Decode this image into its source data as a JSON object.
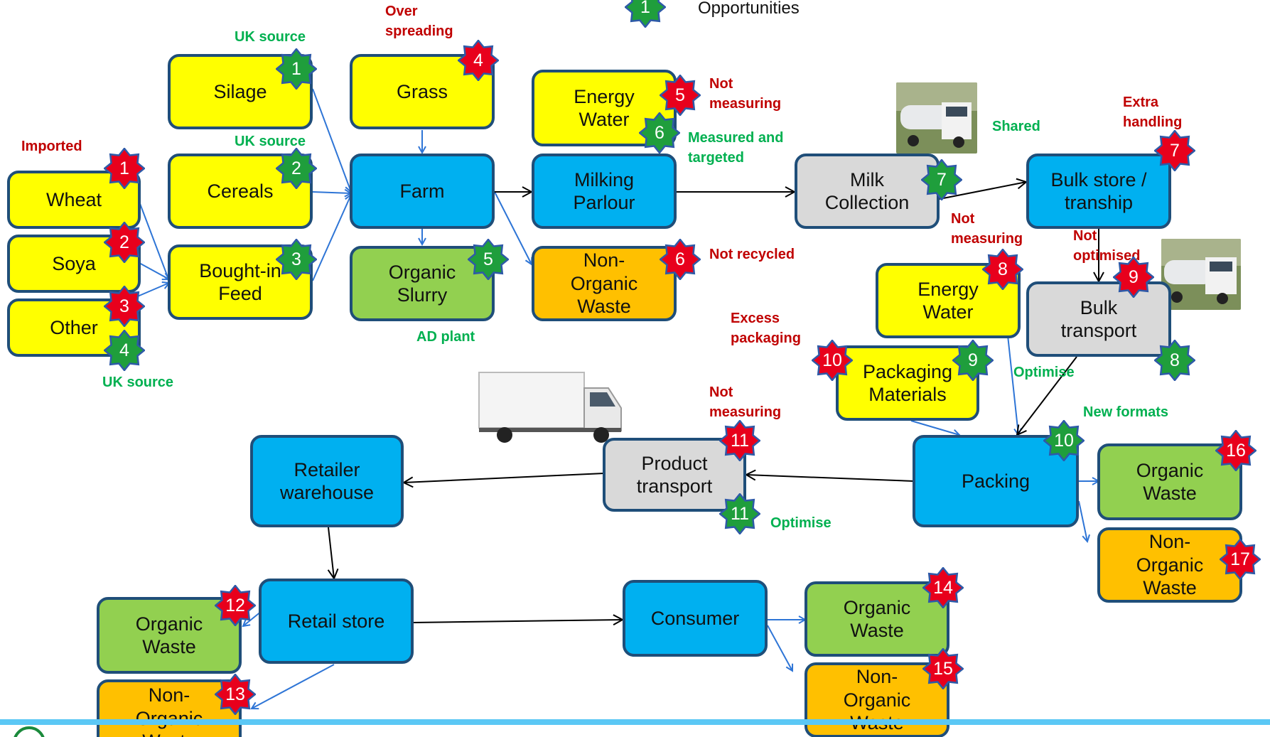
{
  "legend": {
    "badge": "1",
    "label": "Opportunities"
  },
  "nodes": {
    "wheat": "Wheat",
    "soya": "Soya",
    "other": "Other",
    "silage": "Silage",
    "cereals": "Cereals",
    "bought_in_feed": "Bought-in\nFeed",
    "grass": "Grass",
    "farm": "Farm",
    "organic_slurry": "Organic\nSlurry",
    "energy_water_1": "Energy\nWater",
    "milking_parlour": "Milking\nParlour",
    "non_organic_waste_1": "Non-\nOrganic\nWaste",
    "milk_collection": "Milk\nCollection",
    "bulk_store": "Bulk store /\ntranship",
    "energy_water_2": "Energy\nWater",
    "bulk_transport": "Bulk\ntransport",
    "packaging_materials": "Packaging\nMaterials",
    "packing": "Packing",
    "organic_waste_packing": "Organic\nWaste",
    "non_organic_waste_packing": "Non-\nOrganic\nWaste",
    "product_transport": "Product\ntransport",
    "retailer_warehouse": "Retailer\nwarehouse",
    "retail_store": "Retail store",
    "organic_waste_retail": "Organic\nWaste",
    "non_organic_waste_retail": "Non-\nOrganic\nWaste",
    "consumer": "Consumer",
    "organic_waste_consumer": "Organic\nWaste",
    "non_organic_waste_consumer": "Non-\nOrganic\nWaste"
  },
  "notes": {
    "imported": "Imported",
    "uk_source_silage": "UK source",
    "uk_source_cereals": "UK source",
    "uk_source_other": "UK source",
    "over_spreading": "Over\nspreading",
    "ad_plant": "AD plant",
    "not_measuring_1": "Not\nmeasuring",
    "measured_and_targeted": "Measured and\ntargeted",
    "not_recycled": "Not recycled",
    "shared": "Shared",
    "extra_handling": "Extra\nhandling",
    "not_measuring_2": "Not\nmeasuring",
    "not_optimised": "Not\noptimised",
    "excess_packaging": "Excess\npackaging",
    "optimise_1": "Optimise",
    "new_formats": "New formats",
    "not_measuring_3": "Not\nmeasuring",
    "optimise_2": "Optimise"
  },
  "badges": {
    "red": [
      "1",
      "2",
      "3",
      "4",
      "5",
      "6",
      "7",
      "8",
      "9",
      "10",
      "11",
      "12",
      "13",
      "14",
      "15",
      "16",
      "17"
    ],
    "green": [
      "1",
      "2",
      "3",
      "4",
      "5",
      "6",
      "7",
      "8",
      "9",
      "10",
      "11"
    ]
  },
  "colors": {
    "badge_red": "#e8001c",
    "badge_green": "#1f9e3c",
    "badge_border": "#2e5aa8",
    "arrow_blue": "#2e75d6",
    "arrow_black": "#000000"
  }
}
